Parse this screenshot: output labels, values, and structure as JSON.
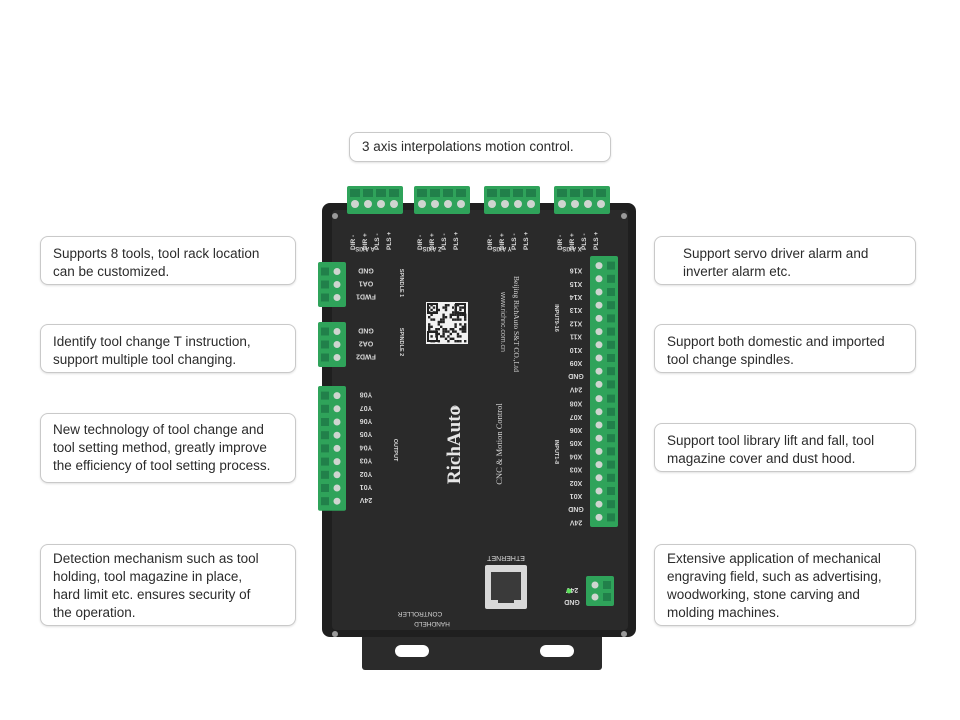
{
  "callouts": {
    "top": "3 axis interpolations motion control.",
    "left": [
      [
        "Supports 8 tools, tool rack location",
        "can be customized."
      ],
      [
        "Identify tool change T instruction,",
        "support multiple tool changing."
      ],
      [
        "New technology of tool change and",
        "tool setting method, greatly improve",
        "the efficiency of tool setting process."
      ],
      [
        "Detection mechanism such as tool",
        "holding, tool magazine in place,",
        "hard limit etc. ensures security of",
        "the operation."
      ]
    ],
    "right": [
      [
        "Support servo driver alarm and",
        "inverter alarm etc."
      ],
      [
        "Support both domestic and imported",
        "tool change spindles."
      ],
      [
        "Support tool library lift and fall, tool",
        "magazine cover and dust hood."
      ],
      [
        "Extensive application of mechanical",
        "engraving field, such as advertising,",
        "woodworking, stone carving and",
        "molding machines."
      ]
    ]
  },
  "device": {
    "brand": "RichAuto",
    "product_line": "CNC & Motion Control",
    "company": "Beijing RichAuto S&T CO.,Ltd",
    "website": "www.richnc.com.cn",
    "ethernet_label": "ETHERNET",
    "handheld_label_1": "HANDHELD",
    "handheld_label_2": "CONTROLLER",
    "axis_pins": [
      "DIR -",
      "DIR +",
      "PLS -",
      "PLS +"
    ],
    "axes": [
      "A AXIS",
      "Z AXIS",
      "Y AXIS",
      "X AXIS"
    ],
    "spindle1": [
      "GND",
      "OA1",
      "FWD1"
    ],
    "spindle1_label": "SPINDLE 1",
    "spindle2": [
      "GND",
      "OA2",
      "FWD2"
    ],
    "spindle2_label": "SPINDLE 2",
    "outputs": [
      "Y08",
      "Y07",
      "Y06",
      "Y05",
      "Y04",
      "Y03",
      "Y02",
      "Y01",
      "24V"
    ],
    "output_label": "OUTPUT",
    "inputs_high": [
      "X16",
      "X15",
      "X14",
      "X13",
      "X12",
      "X11",
      "X10",
      "X09",
      "GND",
      "24V"
    ],
    "inputs_high_label": "INPUT9-16",
    "inputs_low": [
      "X08",
      "X07",
      "X06",
      "X05",
      "X04",
      "X03",
      "X02",
      "X01",
      "GND",
      "24V"
    ],
    "inputs_low_label": "INPUT1-8",
    "power": [
      "24V",
      "GND"
    ],
    "colors": {
      "case": "#1f1f1f",
      "panel": "#2a2a2a",
      "terminal_green": "#2fa35a",
      "terminal_dark": "#21804a",
      "screw": "#cfd5d0",
      "silk": "#d9d9d9",
      "callout_border": "#c9c9c9"
    }
  }
}
